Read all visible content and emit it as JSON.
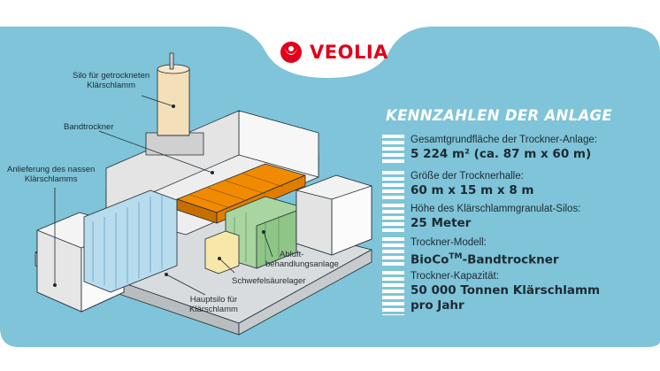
{
  "brand": {
    "name": "VEOLIA",
    "color": "#e2001a"
  },
  "colors": {
    "background": "#7fc4d8",
    "frame": "#ffffff",
    "dryer": "#f08a00",
    "treatment": "#a9d5a0",
    "silo": "#f3dfb8",
    "text": "#1d2a33"
  },
  "diagram_labels": {
    "silo": [
      "Silo für getrockneten",
      "Klärschlamm"
    ],
    "bandtrockner": "Bandtrockner",
    "anlieferung": [
      "Anlieferung des nassen",
      "Klärschlamms"
    ],
    "abluft": [
      "Abluft-",
      "behandlungsanlage"
    ],
    "schwefel": "Schwefelsäurelager",
    "hauptsilo": [
      "Hauptsilo für",
      "Klärschlamm"
    ]
  },
  "panel": {
    "title": "KENNZAHLEN DER ANLAGE",
    "items": [
      {
        "key": "Gesamtgrundfläche der Trockner-Anlage:",
        "value": "5 224 m² (ca. 87 m x 60 m)"
      },
      {
        "key": "Größe der Trocknerhalle:",
        "value": "60 m x 15 m x 8 m"
      },
      {
        "key": "Höhe des Klärschlammgranulat-Silos:",
        "value": "25 Meter"
      },
      {
        "key": "Trockner-Modell:",
        "value_main": "BioCo",
        "value_sup": "TM",
        "value_rest": "-Bandtrockner"
      },
      {
        "key": "Trockner-Kapazität:",
        "value_line1": "50 000 Tonnen Klärschlamm",
        "value_line2": "pro Jahr"
      }
    ]
  }
}
